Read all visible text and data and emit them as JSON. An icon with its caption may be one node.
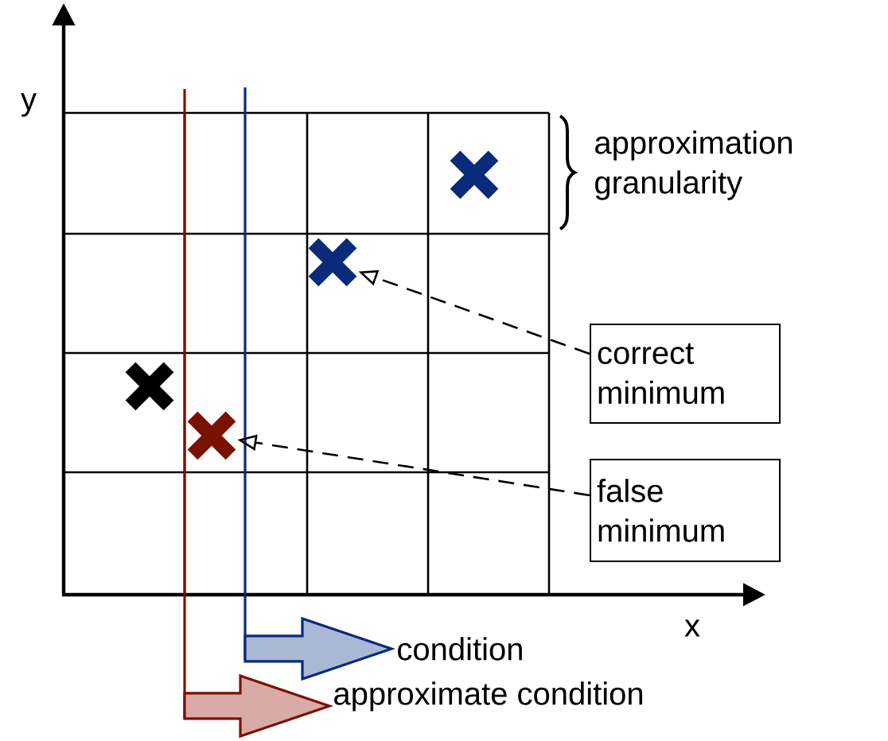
{
  "diagram": {
    "nodes": [
      {
        "text": [
          "correct minimum"
        ]
      },
      {
        "text": [
          "false minimum"
        ]
      },
      {
        "text": [],
        "shape": "cross"
      },
      {
        "text": [],
        "shape": "cross"
      }
    ],
    "edges": [
      {
        "from": 0,
        "to": 2,
        "arrow": "to",
        "style": "dashed"
      },
      {
        "from": 1,
        "to": 3,
        "arrow": "to",
        "style": "dashed"
      }
    ],
    "labels": [
      "y",
      "approximation granularity",
      "x",
      "condition",
      "approximate condition"
    ]
  }
}
